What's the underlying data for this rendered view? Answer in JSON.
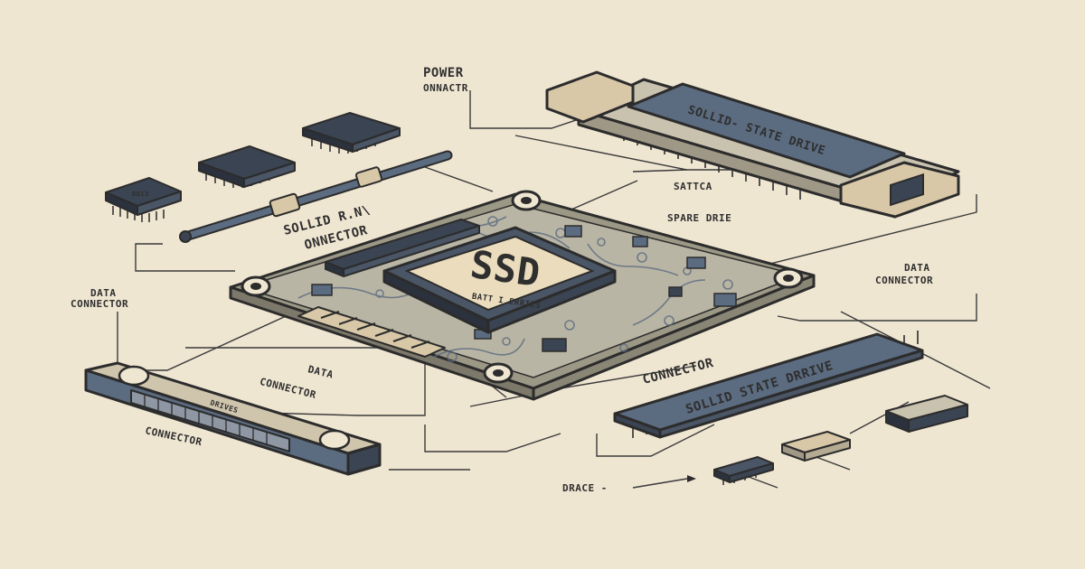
{
  "labels": {
    "power_connector": [
      "POWER",
      "ONNACTR"
    ],
    "ssd_top": "SOLLID- STATE DRIVE",
    "sattca": "SATTCA",
    "spare_drive": "SPARE DRIE",
    "solid_connector": [
      "SOLLID R.N\\",
      "ONNECTOR"
    ],
    "data_connector_left": [
      "DATA",
      "CONNECTOR"
    ],
    "data_connector_right": [
      "DATA",
      "CONNECTOR"
    ],
    "data_connector_center": [
      "DATA",
      "CONNECTOR"
    ],
    "connector_mid": "CONNECTOR",
    "connector_bottom_left": "CONNECTOR",
    "ssd_bottom": "SOLLID STATE DRRIVE",
    "drace": "DRACE -"
  },
  "chip": {
    "title": "SSD",
    "subtitle": "BATT I ERRIES"
  },
  "connector_plate_text": "DRIVES",
  "chip_small_text": "DDI3",
  "colors": {
    "background": "#efe6d2",
    "board": "#b9b5a4",
    "slate": "#5b6b80",
    "dark_chip": "#3b4452",
    "ink": "#2c2c2c"
  }
}
